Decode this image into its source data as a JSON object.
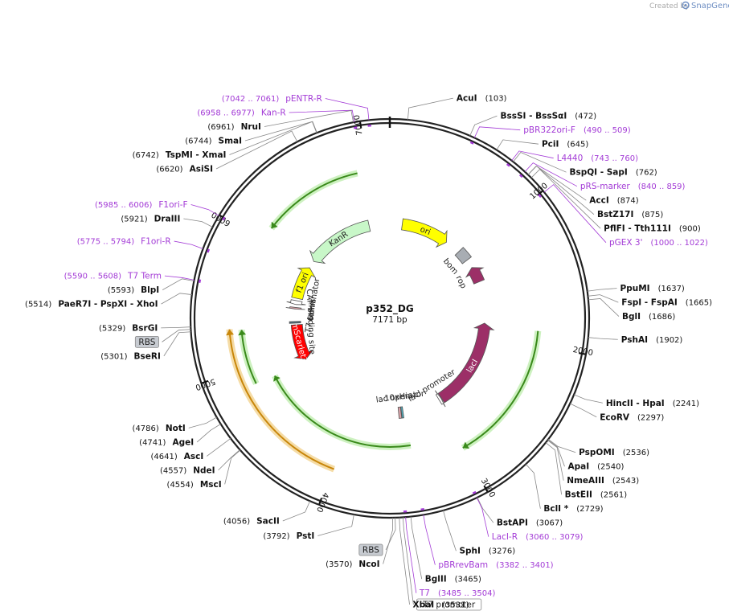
{
  "credit": {
    "created_by": "Created by",
    "brand": "SnapGene"
  },
  "plasmid": {
    "name": "p352_DG",
    "size_label": "7171 bp",
    "length": 7171
  },
  "ticks": [
    {
      "pos": 1000,
      "label": "1000"
    },
    {
      "pos": 2000,
      "label": "2000"
    },
    {
      "pos": 3000,
      "label": "3000"
    },
    {
      "pos": 4000,
      "label": "4000"
    },
    {
      "pos": 5000,
      "label": "5000"
    },
    {
      "pos": 6000,
      "label": "6000"
    },
    {
      "pos": 7000,
      "label": "7000"
    }
  ],
  "sites": [
    {
      "name": "AcuI",
      "pos": 103,
      "pos_label": "(103)",
      "side": "right"
    },
    {
      "name": "BssSI",
      "extra": " - BssSαI",
      "pos": 472,
      "pos_label": "(472)",
      "side": "right"
    },
    {
      "name": "PciI",
      "pos": 645,
      "pos_label": "(645)",
      "side": "right"
    },
    {
      "name": "BspQI",
      "extra": " - SapI",
      "pos": 762,
      "pos_label": "(762)",
      "side": "right"
    },
    {
      "name": "AccI",
      "pos": 874,
      "pos_label": "(874)",
      "side": "right"
    },
    {
      "name": "BstZ17I",
      "pos": 875,
      "pos_label": "(875)",
      "side": "right"
    },
    {
      "name": "PflFI",
      "extra": " - Tth111I",
      "pos": 900,
      "pos_label": "(900)",
      "side": "right"
    },
    {
      "name": "PpuMI",
      "pos": 1637,
      "pos_label": "(1637)",
      "side": "right"
    },
    {
      "name": "FspI",
      "extra": " - FspAI",
      "pos": 1665,
      "pos_label": "(1665)",
      "side": "right"
    },
    {
      "name": "BglI",
      "pos": 1686,
      "pos_label": "(1686)",
      "side": "right"
    },
    {
      "name": "PshAI",
      "pos": 1902,
      "pos_label": "(1902)",
      "side": "right"
    },
    {
      "name": "HincII",
      "extra": " - HpaI",
      "pos": 2241,
      "pos_label": "(2241)",
      "side": "right"
    },
    {
      "name": "EcoRV",
      "pos": 2297,
      "pos_label": "(2297)",
      "side": "right"
    },
    {
      "name": "PspOMI",
      "pos": 2536,
      "pos_label": "(2536)",
      "side": "right"
    },
    {
      "name": "ApaI",
      "pos": 2540,
      "pos_label": "(2540)",
      "side": "right"
    },
    {
      "name": "NmeAIII",
      "pos": 2543,
      "pos_label": "(2543)",
      "side": "right"
    },
    {
      "name": "BstEII",
      "pos": 2561,
      "pos_label": "(2561)",
      "side": "right"
    },
    {
      "name": "BclI *",
      "pos": 2729,
      "pos_label": "(2729)",
      "side": "right"
    },
    {
      "name": "BstAPI",
      "pos": 3067,
      "pos_label": "(3067)",
      "side": "right"
    },
    {
      "name": "SphI",
      "pos": 3276,
      "pos_label": "(3276)",
      "side": "right"
    },
    {
      "name": "BglII",
      "pos": 3465,
      "pos_label": "(3465)",
      "side": "right"
    },
    {
      "name": "XbaI",
      "pos": 3531,
      "pos_label": "(3531)",
      "side": "right"
    },
    {
      "name": "NcoI",
      "pos": 3570,
      "pos_label": "(3570)",
      "side": "left"
    },
    {
      "name": "PstI",
      "pos": 3792,
      "pos_label": "(3792)",
      "side": "left"
    },
    {
      "name": "SacII",
      "pos": 4056,
      "pos_label": "(4056)",
      "side": "left"
    },
    {
      "name": "MscI",
      "pos": 4554,
      "pos_label": "(4554)",
      "side": "left"
    },
    {
      "name": "NdeI",
      "pos": 4557,
      "pos_label": "(4557)",
      "side": "left"
    },
    {
      "name": "AscI",
      "pos": 4641,
      "pos_label": "(4641)",
      "side": "left"
    },
    {
      "name": "AgeI",
      "pos": 4741,
      "pos_label": "(4741)",
      "side": "left"
    },
    {
      "name": "NotI",
      "pos": 4786,
      "pos_label": "(4786)",
      "side": "left"
    },
    {
      "name": "BseRI",
      "pos": 5301,
      "pos_label": "(5301)",
      "side": "left"
    },
    {
      "name": "BsrGI",
      "pos": 5329,
      "pos_label": "(5329)",
      "side": "left"
    },
    {
      "name": "XhoI",
      "pre": "PaeR7I - PspXI - ",
      "pos": 5514,
      "pos_label": "(5514)",
      "side": "left"
    },
    {
      "name": "BlpI",
      "pos": 5593,
      "pos_label": "(5593)",
      "side": "left"
    },
    {
      "name": "DraIII",
      "pos": 5921,
      "pos_label": "(5921)",
      "side": "left"
    },
    {
      "name": "AsiSI",
      "pos": 6620,
      "pos_label": "(6620)",
      "side": "left"
    },
    {
      "name": "XmaI",
      "pre": "TspMI - ",
      "pos": 6742,
      "pos_label": "(6742)",
      "side": "left"
    },
    {
      "name": "SmaI",
      "pos": 6744,
      "pos_label": "(6744)",
      "side": "left"
    },
    {
      "name": "NruI",
      "pos": 6961,
      "pos_label": "(6961)",
      "side": "left"
    }
  ],
  "primers": [
    {
      "name": "pBR322ori-F",
      "range": "(490 .. 509)",
      "pos": 500,
      "side": "right"
    },
    {
      "name": "L4440",
      "range": "(743 .. 760)",
      "pos": 751,
      "side": "right"
    },
    {
      "name": "pRS-marker",
      "range": "(840 .. 859)",
      "pos": 850,
      "side": "right"
    },
    {
      "name": "pGEX 3'",
      "range": "(1000 .. 1022)",
      "pos": 1011,
      "side": "right"
    },
    {
      "name": "LacI-R",
      "range": "(3060 .. 3079)",
      "pos": 3070,
      "side": "right"
    },
    {
      "name": "pBRrevBam",
      "range": "(3382 .. 3401)",
      "pos": 3392,
      "side": "right"
    },
    {
      "name": "T7",
      "range": "(3485 .. 3504)",
      "pos": 3495,
      "side": "right"
    },
    {
      "name": "T7 Term",
      "range": "(5590 .. 5608)",
      "pos": 5599,
      "side": "left"
    },
    {
      "name": "F1ori-R",
      "range": "(5775 .. 5794)",
      "pos": 5785,
      "side": "left"
    },
    {
      "name": "F1ori-F",
      "range": "(5985 .. 6006)",
      "pos": 5995,
      "side": "left"
    },
    {
      "name": "Kan-R",
      "range": "(6958 .. 6977)",
      "pos": 6967,
      "side": "left"
    },
    {
      "name": "pENTR-R",
      "range": "(7042 .. 7061)",
      "pos": 7051,
      "side": "left"
    }
  ],
  "boxed_features": [
    {
      "label": "RBS",
      "pos": 5315,
      "side": "left"
    },
    {
      "label": "T7 promoter",
      "pos": 3510,
      "side": "right"
    },
    {
      "label": "RBS",
      "pos": 3555,
      "side": "left"
    }
  ],
  "features": [
    {
      "label": "ori",
      "start": 150,
      "end": 730,
      "color": "#ffff00",
      "text_color": "dark",
      "ring": 118,
      "dir": 1
    },
    {
      "label": "bom",
      "start": 915,
      "end": 1056,
      "color": "#a8adb3",
      "text_color": "dark",
      "ring": 120,
      "dir": 0
    },
    {
      "label": "rop",
      "start": 1160,
      "end": 1350,
      "color": "#9c2f67",
      "text_color": "dark",
      "ring": 120,
      "dir": -1
    },
    {
      "label": "lacI",
      "start": 1850,
      "end": 2930,
      "color": "#9c2f67",
      "text_color": "light",
      "ring": 118,
      "dir": -1
    },
    {
      "label": "lacI promoter",
      "start": 2935,
      "end": 2965,
      "color": "#ffffff",
      "text_color": "dark",
      "ring": 118,
      "dir": -1
    },
    {
      "label": "mScarlet3",
      "start": 4860,
      "end": 5300,
      "color": "#ff0000",
      "text_color": "light",
      "ring": 116,
      "dir": -1
    },
    {
      "label": "KanR",
      "start": 6110,
      "end": 6920,
      "color": "#c8f7c8",
      "text_color": "dark",
      "ring": 118,
      "dir": -1
    },
    {
      "label": "f1 ori",
      "start": 5620,
      "end": 6020,
      "color": "#ffff00",
      "text_color": "dark",
      "ring": 118,
      "dir": 1
    },
    {
      "label": "T7 terminator",
      "start": 5545,
      "end": 5592,
      "color": "#ffffff",
      "text_color": "dark",
      "ring": 118,
      "dir": -1
    },
    {
      "label": "6xHis",
      "start": 5490,
      "end": 5510,
      "color": "#d9a3a8",
      "text_color": "dark",
      "ring": 118,
      "dir": -1
    },
    {
      "label": "CAP binding site",
      "start": 5320,
      "end": 5340,
      "color": "#4b6a7a",
      "text_color": "dark",
      "ring": 118,
      "dir": 0
    },
    {
      "label": "lac operator",
      "start": 3425,
      "end": 3445,
      "color": "#4fb2c4",
      "text_color": "dark",
      "ring": 118,
      "dir": 0
    },
    {
      "label": "10xHis",
      "start": 3450,
      "end": 3480,
      "color": "#d9a3a8",
      "text_color": "dark",
      "ring": 118,
      "dir": 0
    }
  ],
  "orfs": [
    {
      "start": 6920,
      "end": 6120,
      "color": "#3a8a1b",
      "ring": 185
    },
    {
      "start": 1890,
      "end": 3000,
      "color": "#3a8a1b",
      "ring": 185
    },
    {
      "start": 3400,
      "end": 4850,
      "color": "#3a8a1b",
      "ring": 160
    },
    {
      "start": 3990,
      "end": 5300,
      "color": "#c8860a",
      "ring": 200
    },
    {
      "start": 4860,
      "end": 5290,
      "color": "#3a8a1b",
      "ring": 185
    }
  ]
}
